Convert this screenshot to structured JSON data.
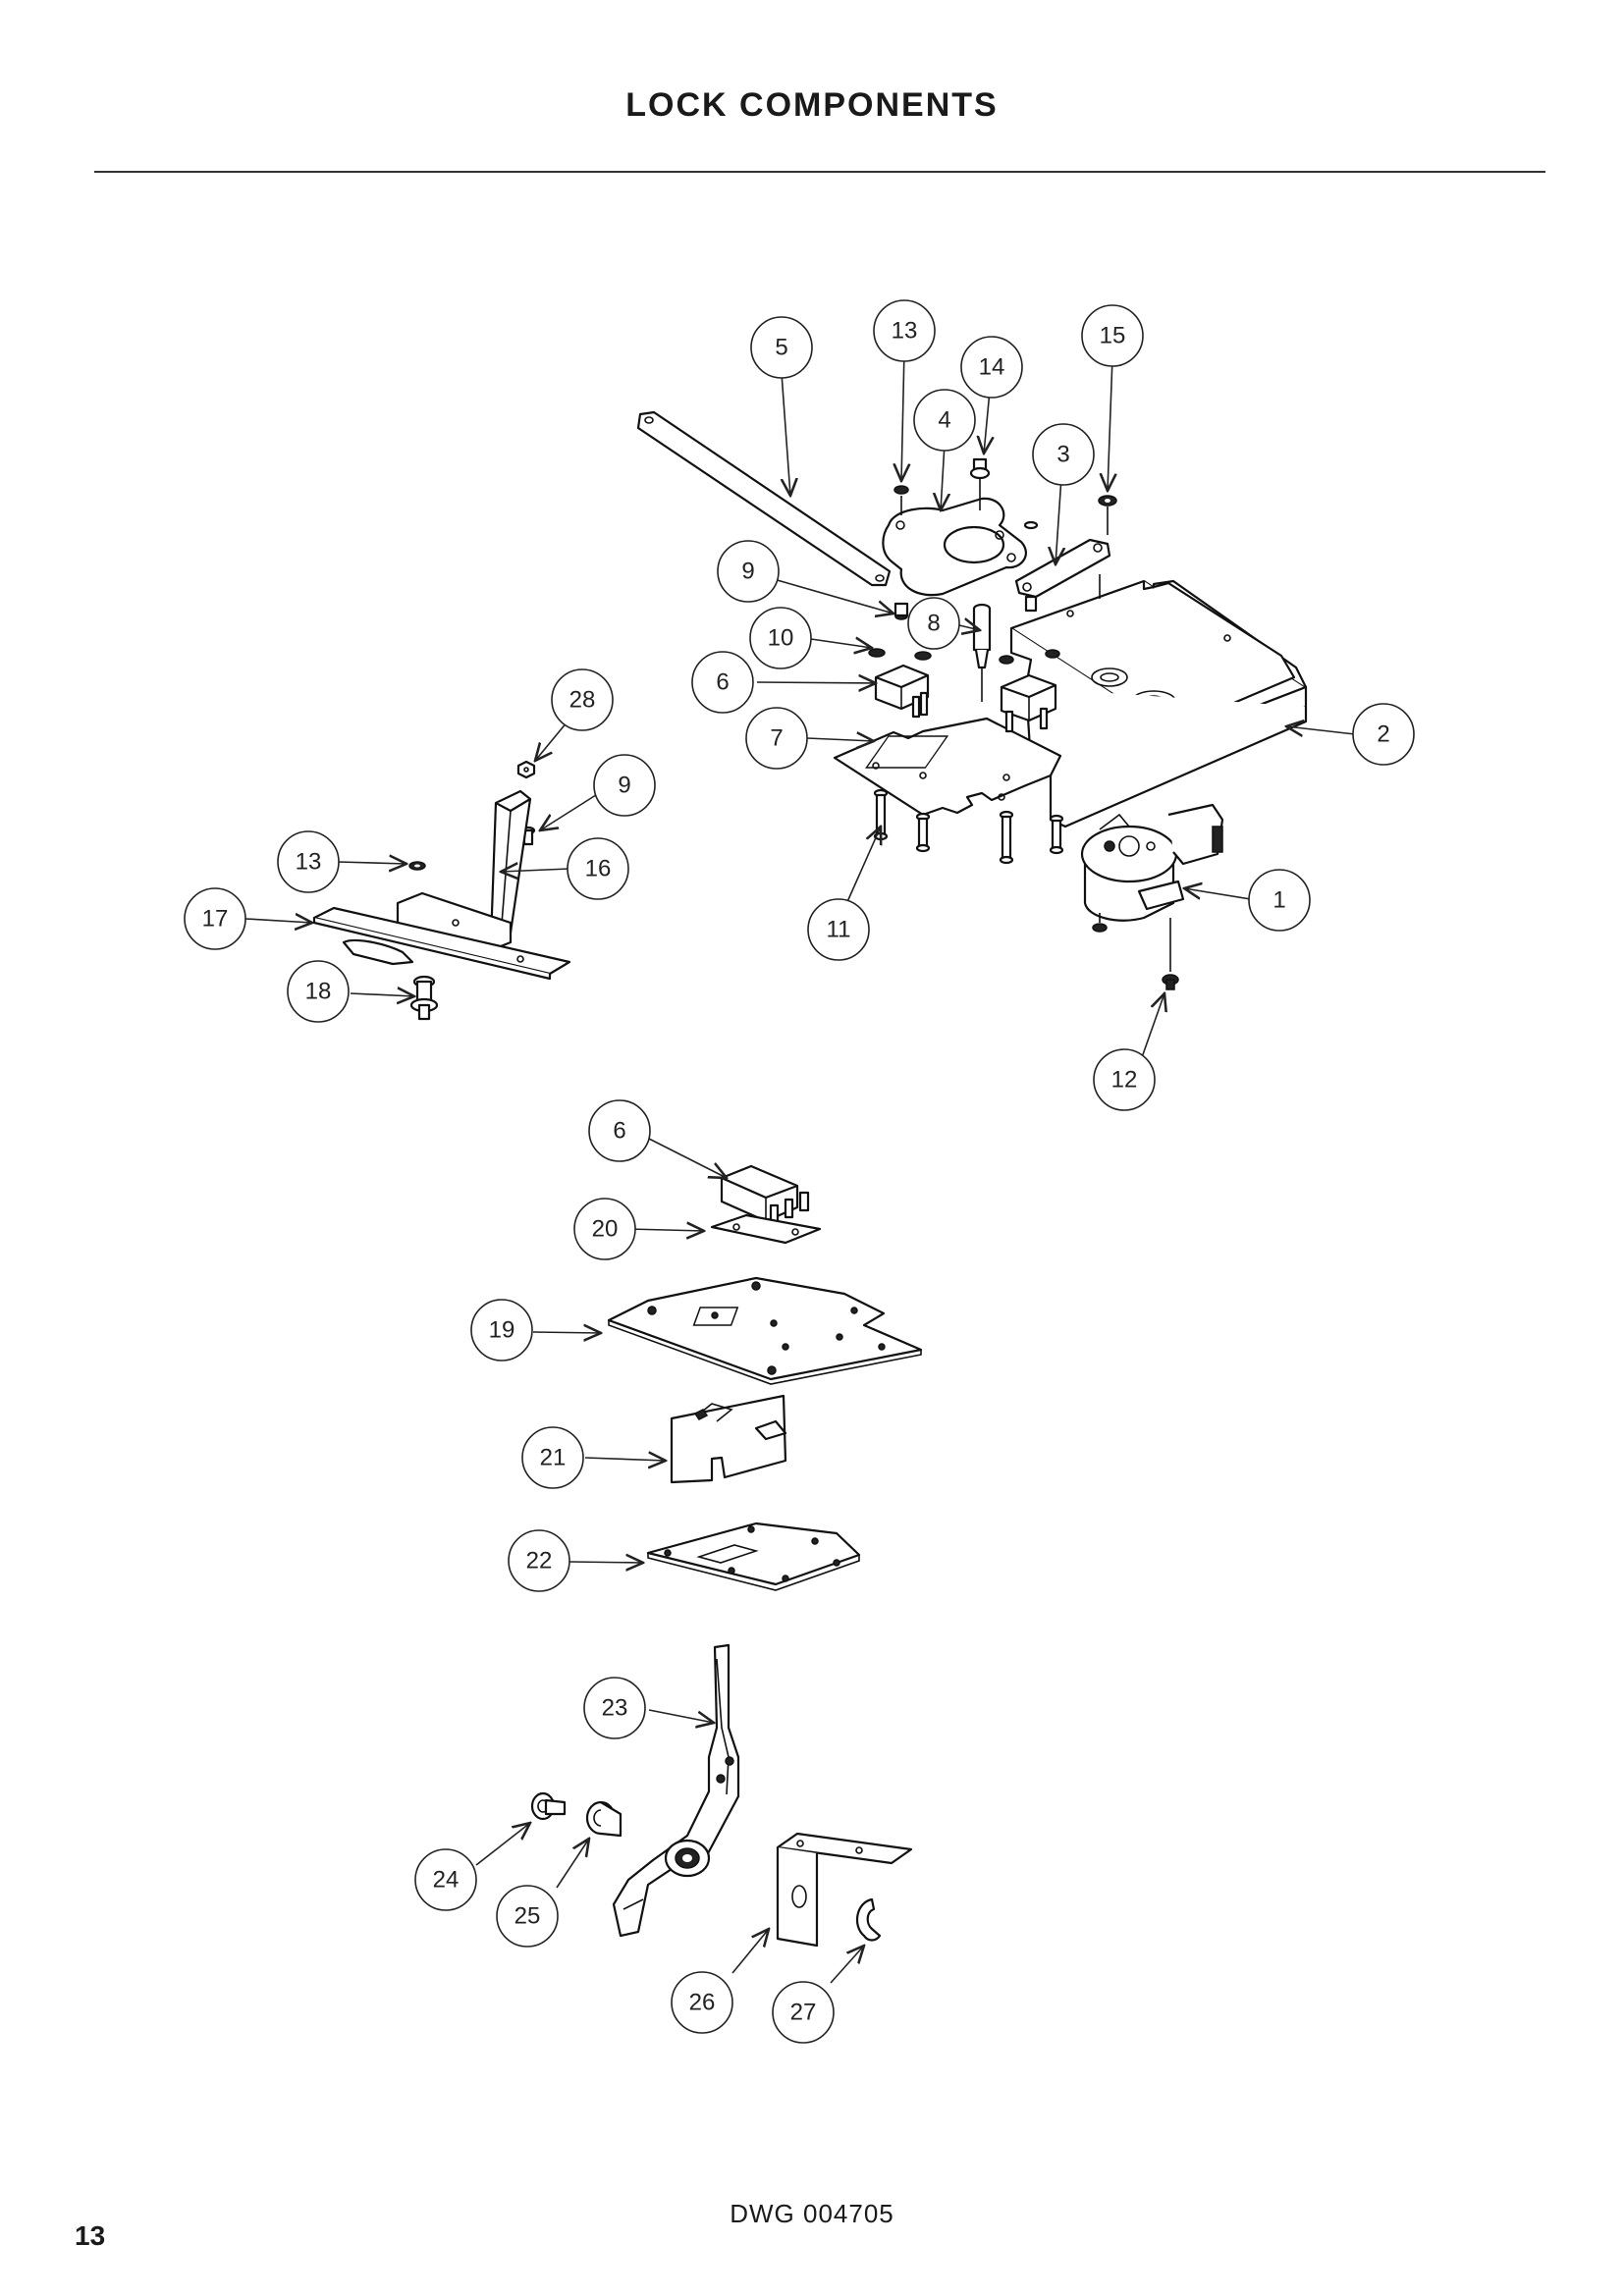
{
  "page": {
    "title": "LOCK COMPONENTS",
    "drawing_number": "DWG 004705",
    "page_number": "13"
  },
  "callouts": [
    {
      "id": "c5",
      "label": "5"
    },
    {
      "id": "c13a",
      "label": "13"
    },
    {
      "id": "c14",
      "label": "14"
    },
    {
      "id": "c15",
      "label": "15"
    },
    {
      "id": "c4",
      "label": "4"
    },
    {
      "id": "c3",
      "label": "3"
    },
    {
      "id": "c9a",
      "label": "9"
    },
    {
      "id": "c8",
      "label": "8"
    },
    {
      "id": "c10",
      "label": "10"
    },
    {
      "id": "c6a",
      "label": "6"
    },
    {
      "id": "c7",
      "label": "7"
    },
    {
      "id": "c2",
      "label": "2"
    },
    {
      "id": "c28",
      "label": "28"
    },
    {
      "id": "c9b",
      "label": "9"
    },
    {
      "id": "c13b",
      "label": "13"
    },
    {
      "id": "c16",
      "label": "16"
    },
    {
      "id": "c17",
      "label": "17"
    },
    {
      "id": "c11",
      "label": "11"
    },
    {
      "id": "c1",
      "label": "1"
    },
    {
      "id": "c18",
      "label": "18"
    },
    {
      "id": "c12",
      "label": "12"
    },
    {
      "id": "c6b",
      "label": "6"
    },
    {
      "id": "c20",
      "label": "20"
    },
    {
      "id": "c19",
      "label": "19"
    },
    {
      "id": "c21",
      "label": "21"
    },
    {
      "id": "c22",
      "label": "22"
    },
    {
      "id": "c23",
      "label": "23"
    },
    {
      "id": "c24",
      "label": "24"
    },
    {
      "id": "c25",
      "label": "25"
    },
    {
      "id": "c26",
      "label": "26"
    },
    {
      "id": "c27",
      "label": "27"
    }
  ]
}
